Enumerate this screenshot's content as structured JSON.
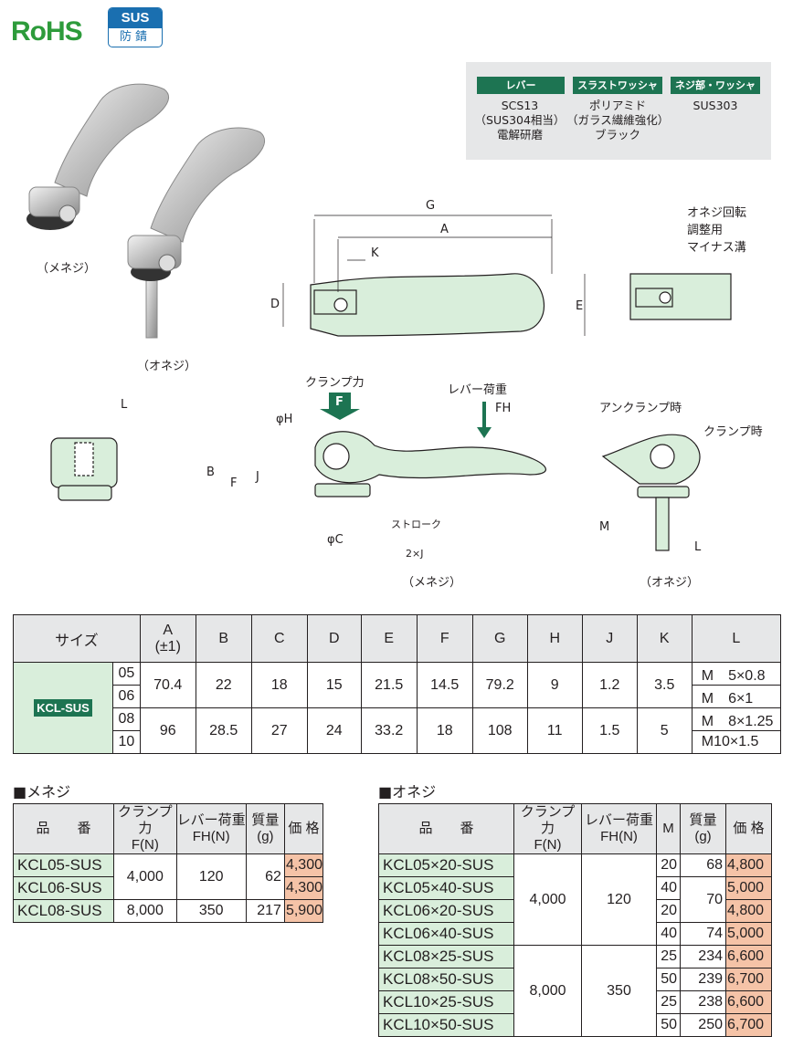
{
  "badges": {
    "rohs": "RoHS",
    "sus_top": "SUS",
    "sus_bottom": "防錆"
  },
  "materials": [
    {
      "head": "レバー",
      "lines": [
        "SCS13",
        "（SUS304相当）",
        "電解研磨"
      ]
    },
    {
      "head": "スラストワッシャー",
      "lines": [
        "ポリアミド",
        "（ガラス繊維強化）",
        "ブラック"
      ]
    },
    {
      "head": "ネジ部・ワッシャー",
      "lines": [
        "SUS303"
      ]
    }
  ],
  "photos": {
    "female": "（メネジ）",
    "male": "（オネジ）"
  },
  "diagram": {
    "G": "G",
    "A": "A",
    "K": "K",
    "D": "D",
    "E": "E",
    "slot_note": [
      "オネジ回転",
      "調整用",
      "マイナス溝"
    ],
    "L": "L",
    "clamp_force": "クランプ力",
    "F": "F",
    "lever_load": "レバー荷重",
    "FH": "FH",
    "phiH": "φH",
    "B": "B",
    "Fdim": "F",
    "J": "J",
    "phiC": "φC",
    "stroke": "ストローク",
    "stroke2": "2×J",
    "female": "（メネジ）",
    "unclamp": "アンクランプ時",
    "clamp": "クランプ時",
    "M": "M",
    "L2": "L",
    "male": "（オネジ）"
  },
  "spec": {
    "headers": [
      "サイズ",
      "A",
      "(±1)",
      "B",
      "C",
      "D",
      "E",
      "F",
      "G",
      "H",
      "J",
      "K",
      "L"
    ],
    "series": "KCL-SUS",
    "groups": [
      {
        "sizes": [
          "05",
          "06"
        ],
        "A": "70.4",
        "B": "22",
        "C": "18",
        "D": "15",
        "E": "21.5",
        "F": "14.5",
        "G": "79.2",
        "H": "9",
        "J": "1.2",
        "K": "3.5",
        "L": [
          "M　5×0.8",
          "M　6×1"
        ]
      },
      {
        "sizes": [
          "08",
          "10"
        ],
        "A": "96",
        "B": "28.5",
        "C": "27",
        "D": "24",
        "E": "33.2",
        "F": "18",
        "G": "108",
        "H": "11",
        "J": "1.5",
        "K": "5",
        "L": [
          "M　8×1.25",
          "M10×1.5"
        ]
      }
    ]
  },
  "female": {
    "title": "■メネジ",
    "headers": {
      "pn": "品　　番",
      "f1": "クランプ力",
      "f2": "F(N)",
      "h1": "レバー荷重",
      "h2": "FH(N)",
      "w1": "質量",
      "w2": "(g)",
      "pr": "価 格"
    },
    "rows": [
      {
        "pn": "KCL05-SUS",
        "price": "4,300"
      },
      {
        "pn": "KCL06-SUS",
        "price": "4,300"
      },
      {
        "pn": "KCL08-SUS",
        "price": "5,900"
      }
    ],
    "f_a": "4,000",
    "fh_a": "120",
    "w_a": "62",
    "f_b": "8,000",
    "fh_b": "350",
    "w_b": "217"
  },
  "male": {
    "title": "■オネジ",
    "headers": {
      "pn": "品　　番",
      "f1": "クランプ力",
      "f2": "F(N)",
      "h1": "レバー荷重",
      "h2": "FH(N)",
      "m": "M",
      "w1": "質量",
      "w2": "(g)",
      "pr": "価 格"
    },
    "rows": [
      {
        "pn": "KCL05×20-SUS",
        "m": "20",
        "w": "68",
        "price": "4,800"
      },
      {
        "pn": "KCL05×40-SUS",
        "m": "40",
        "w": "",
        "price": "5,000"
      },
      {
        "pn": "KCL06×20-SUS",
        "m": "20",
        "w": "",
        "price": "4,800"
      },
      {
        "pn": "KCL06×40-SUS",
        "m": "40",
        "w": "74",
        "price": "5,000"
      },
      {
        "pn": "KCL08×25-SUS",
        "m": "25",
        "w": "234",
        "price": "6,600"
      },
      {
        "pn": "KCL08×50-SUS",
        "m": "50",
        "w": "239",
        "price": "6,700"
      },
      {
        "pn": "KCL10×25-SUS",
        "m": "25",
        "w": "238",
        "price": "6,600"
      },
      {
        "pn": "KCL10×50-SUS",
        "m": "50",
        "w": "250",
        "price": "6,700"
      }
    ],
    "w_mid": "70",
    "f_a": "4,000",
    "fh_a": "120",
    "f_b": "8,000",
    "fh_b": "350"
  }
}
